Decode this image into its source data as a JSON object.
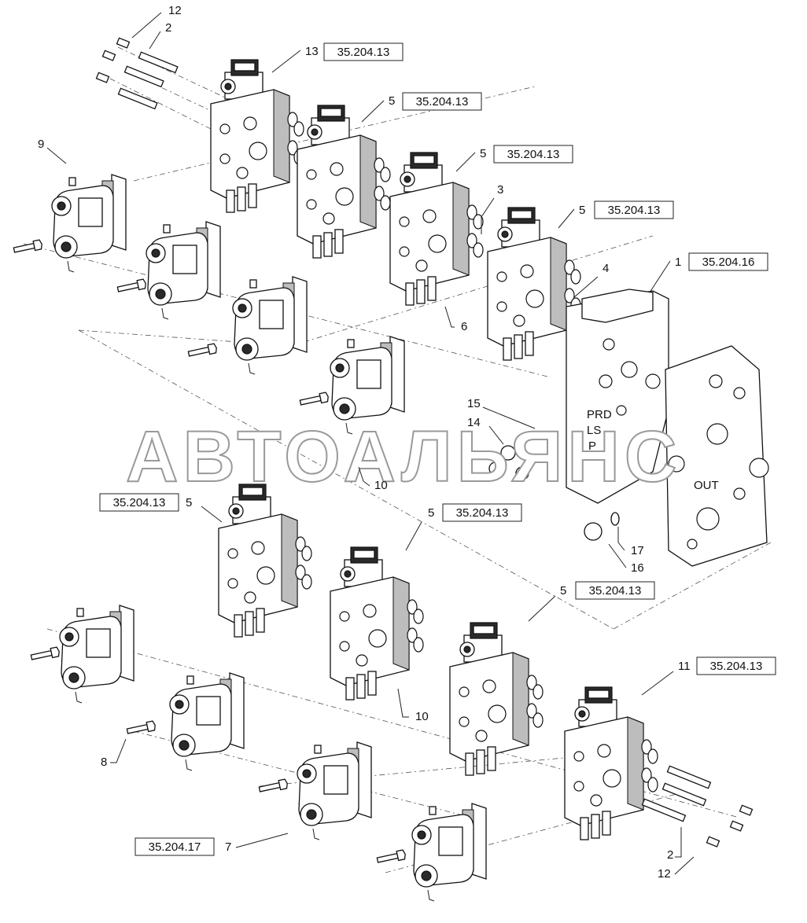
{
  "watermark": "АВТОАЛЬЯНС",
  "callouts": [
    {
      "id": "c12a",
      "num": "12",
      "ref": ""
    },
    {
      "id": "c2a",
      "num": "2",
      "ref": ""
    },
    {
      "id": "c13",
      "num": "13",
      "ref": "35.204.13"
    },
    {
      "id": "c5a",
      "num": "5",
      "ref": "35.204.13"
    },
    {
      "id": "c5b",
      "num": "5",
      "ref": "35.204.13"
    },
    {
      "id": "c3",
      "num": "3",
      "ref": ""
    },
    {
      "id": "c5c",
      "num": "5",
      "ref": "35.204.13"
    },
    {
      "id": "c9",
      "num": "9",
      "ref": ""
    },
    {
      "id": "c1",
      "num": "1",
      "ref": "35.204.16"
    },
    {
      "id": "c4",
      "num": "4",
      "ref": ""
    },
    {
      "id": "c6",
      "num": "6",
      "ref": ""
    },
    {
      "id": "c15",
      "num": "15",
      "ref": ""
    },
    {
      "id": "c14",
      "num": "14",
      "ref": ""
    },
    {
      "id": "c10a",
      "num": "10",
      "ref": ""
    },
    {
      "id": "c5d",
      "num": "5",
      "ref": "35.204.13"
    },
    {
      "id": "c5e",
      "num": "5",
      "ref": "35.204.13"
    },
    {
      "id": "c17",
      "num": "17",
      "ref": ""
    },
    {
      "id": "c16",
      "num": "16",
      "ref": ""
    },
    {
      "id": "c5f",
      "num": "5",
      "ref": "35.204.13"
    },
    {
      "id": "c11",
      "num": "11",
      "ref": "35.204.13"
    },
    {
      "id": "c10b",
      "num": "10",
      "ref": ""
    },
    {
      "id": "c8",
      "num": "8",
      "ref": ""
    },
    {
      "id": "c7",
      "num": "7",
      "ref": "35.204.17"
    },
    {
      "id": "c2b",
      "num": "2",
      "ref": ""
    },
    {
      "id": "c12b",
      "num": "12",
      "ref": ""
    }
  ],
  "port_labels": [
    "PRD",
    "LS",
    "P",
    "OUT"
  ]
}
